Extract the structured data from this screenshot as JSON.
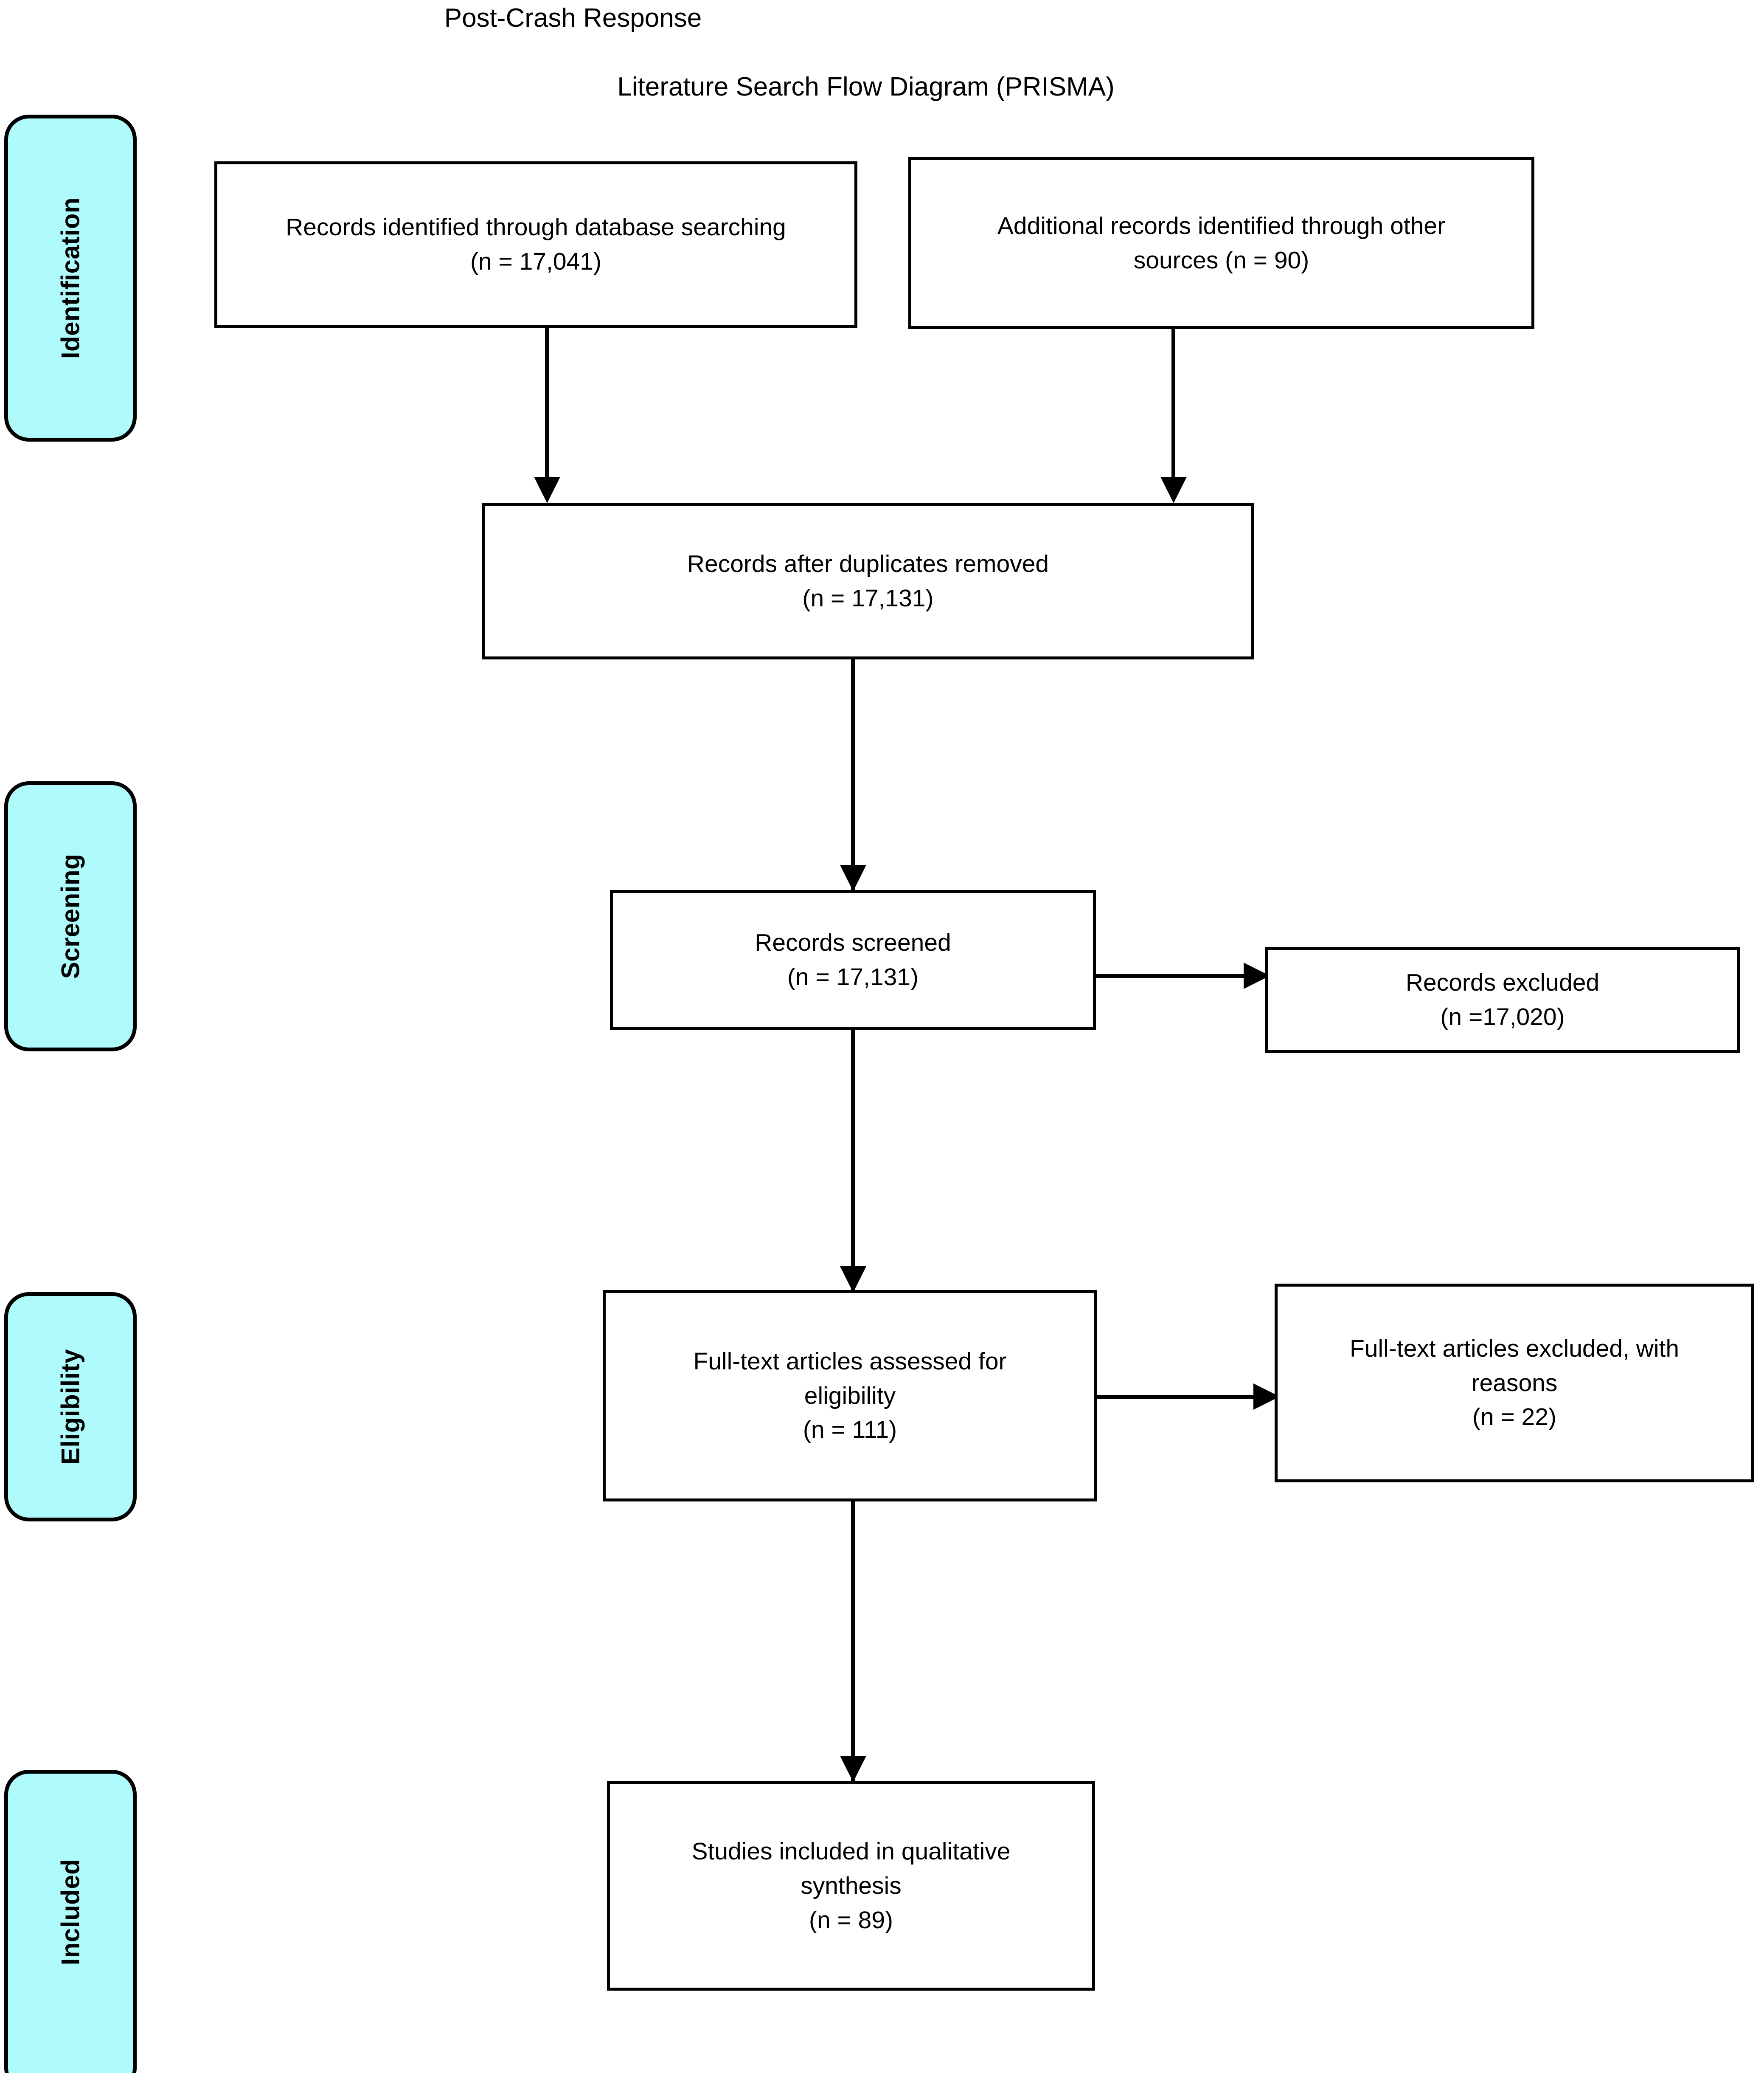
{
  "diagram": {
    "title": "Post-Crash Response",
    "subtitle": "Literature Search Flow Diagram (PRISMA)",
    "accent_color": "#AFFAFA",
    "line_color": "#000000",
    "stages": [
      {
        "id": "identification",
        "label": "Identification"
      },
      {
        "id": "screening",
        "label": "Screening"
      },
      {
        "id": "eligibility",
        "label": "Eligibility"
      },
      {
        "id": "included",
        "label": "Included"
      }
    ],
    "boxes": [
      {
        "id": "db-search",
        "stage": "identification",
        "text": "Records identified through database searching\n(n = 17,041)"
      },
      {
        "id": "other-sources",
        "stage": "identification",
        "text": "Additional records identified through other\nsources (n = 90)"
      },
      {
        "id": "duplicates-removed",
        "stage": "identification",
        "text": "Records after duplicates removed\n(n = 17,131)"
      },
      {
        "id": "records-screened",
        "stage": "screening",
        "text": "Records screened\n(n = 17,131)"
      },
      {
        "id": "records-excluded",
        "stage": "screening",
        "text": "Records excluded\n(n =17,020)"
      },
      {
        "id": "fulltext-assessed",
        "stage": "eligibility",
        "text": "Full-text articles assessed for\neligibility\n(n = 111)"
      },
      {
        "id": "fulltext-excluded",
        "stage": "eligibility",
        "text": "Full-text articles excluded, with\nreasons\n(n = 22)"
      },
      {
        "id": "studies-included",
        "stage": "included",
        "text": "Studies included in qualitative\nsynthesis\n(n = 89)"
      }
    ]
  },
  "chart_data": {
    "type": "diagram",
    "title": "Post-Crash Response — Literature Search Flow Diagram (PRISMA)",
    "nodes": [
      {
        "id": "db-search",
        "label": "Records identified through database searching",
        "n": 17041,
        "stage": "Identification"
      },
      {
        "id": "other-sources",
        "label": "Additional records identified through other sources",
        "n": 90,
        "stage": "Identification"
      },
      {
        "id": "duplicates-removed",
        "label": "Records after duplicates removed",
        "n": 17131,
        "stage": "Identification"
      },
      {
        "id": "records-screened",
        "label": "Records screened",
        "n": 17131,
        "stage": "Screening"
      },
      {
        "id": "records-excluded",
        "label": "Records excluded",
        "n": 17020,
        "stage": "Screening"
      },
      {
        "id": "fulltext-assessed",
        "label": "Full-text articles assessed for eligibility",
        "n": 111,
        "stage": "Eligibility"
      },
      {
        "id": "fulltext-excluded",
        "label": "Full-text articles excluded, with reasons",
        "n": 22,
        "stage": "Eligibility"
      },
      {
        "id": "studies-included",
        "label": "Studies included in qualitative synthesis",
        "n": 89,
        "stage": "Included"
      }
    ],
    "edges": [
      {
        "from": "db-search",
        "to": "duplicates-removed"
      },
      {
        "from": "other-sources",
        "to": "duplicates-removed"
      },
      {
        "from": "duplicates-removed",
        "to": "records-screened"
      },
      {
        "from": "records-screened",
        "to": "records-excluded"
      },
      {
        "from": "records-screened",
        "to": "fulltext-assessed"
      },
      {
        "from": "fulltext-assessed",
        "to": "fulltext-excluded"
      },
      {
        "from": "fulltext-assessed",
        "to": "studies-included"
      }
    ]
  }
}
